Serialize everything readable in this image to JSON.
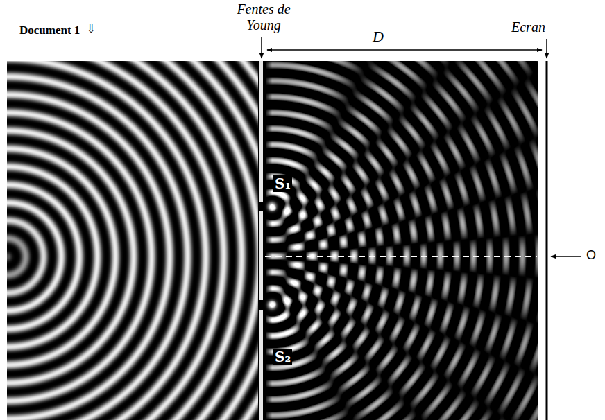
{
  "diagram": {
    "labels": [
      "Document 1",
      "⇩",
      "Fentes de Young",
      "D",
      "Ecran",
      "S₁",
      "S₂",
      "O"
    ]
  }
}
